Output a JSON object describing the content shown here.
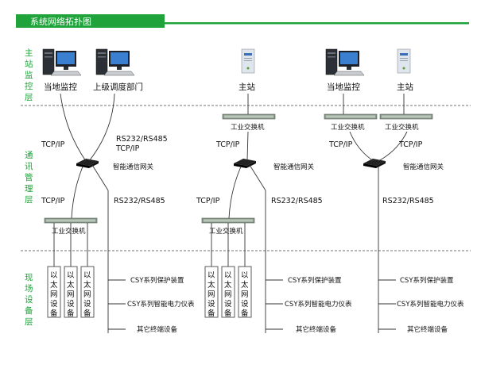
{
  "title": "系统网络拓扑图",
  "layers": {
    "main": [
      "主",
      "站",
      "监",
      "控",
      "层"
    ],
    "comm": [
      "通",
      "讯",
      "管",
      "理",
      "层"
    ],
    "field": [
      "现",
      "场",
      "设",
      "备",
      "层"
    ]
  },
  "labels": {
    "local_monitor": "当地监控",
    "dispatch": "上级调度部门",
    "main_station": "主站",
    "industrial_switch": "工业交换机",
    "gateway": "智能通信网关",
    "tcpip": "TCP/IP",
    "rs232_485": "RS232/RS485",
    "ethernet_device": [
      "以",
      "太",
      "网",
      "设",
      "备"
    ],
    "protection_device": "CSY系列保护装置",
    "power_meter": "CSY系列智能电力仪表",
    "other_terminal": "其它终端设备"
  },
  "colors": {
    "accent": "#1fa33a",
    "line": "#333333"
  }
}
